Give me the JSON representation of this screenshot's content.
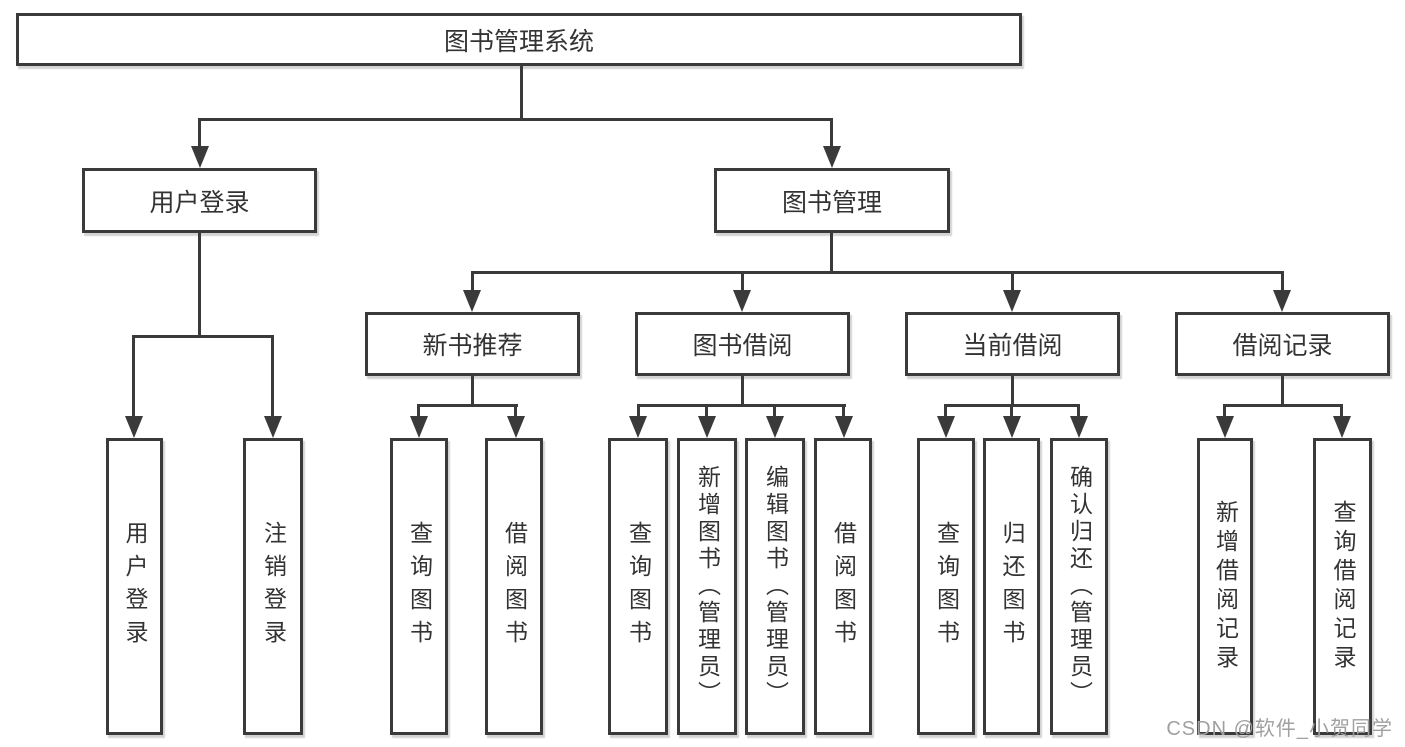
{
  "watermark": {
    "text": "CSDN @软件_小贺同学"
  },
  "colors": {
    "line": "#3a3a3a",
    "box_border": "#3a3a3a",
    "text": "#333333",
    "watermark": "#a0a0a0",
    "background": "#ffffff"
  },
  "tree": {
    "root": {
      "label": "图书管理系统",
      "children": [
        {
          "label": "用户登录",
          "children": [
            {
              "label": "用户登录"
            },
            {
              "label": "注销登录"
            }
          ]
        },
        {
          "label": "图书管理",
          "children": [
            {
              "label": "新书推荐",
              "children": [
                {
                  "label": "查询图书"
                },
                {
                  "label": "借阅图书"
                }
              ]
            },
            {
              "label": "图书借阅",
              "children": [
                {
                  "label": "查询图书"
                },
                {
                  "label": "新增图书（管理员）"
                },
                {
                  "label": "编辑图书（管理员）"
                },
                {
                  "label": "借阅图书"
                }
              ]
            },
            {
              "label": "当前借阅",
              "children": [
                {
                  "label": "查询图书"
                },
                {
                  "label": "归还图书"
                },
                {
                  "label": "确认归还（管理员）"
                }
              ]
            },
            {
              "label": "借阅记录",
              "children": [
                {
                  "label": "新增借阅记录"
                },
                {
                  "label": "查询借阅记录"
                }
              ]
            }
          ]
        }
      ]
    }
  }
}
